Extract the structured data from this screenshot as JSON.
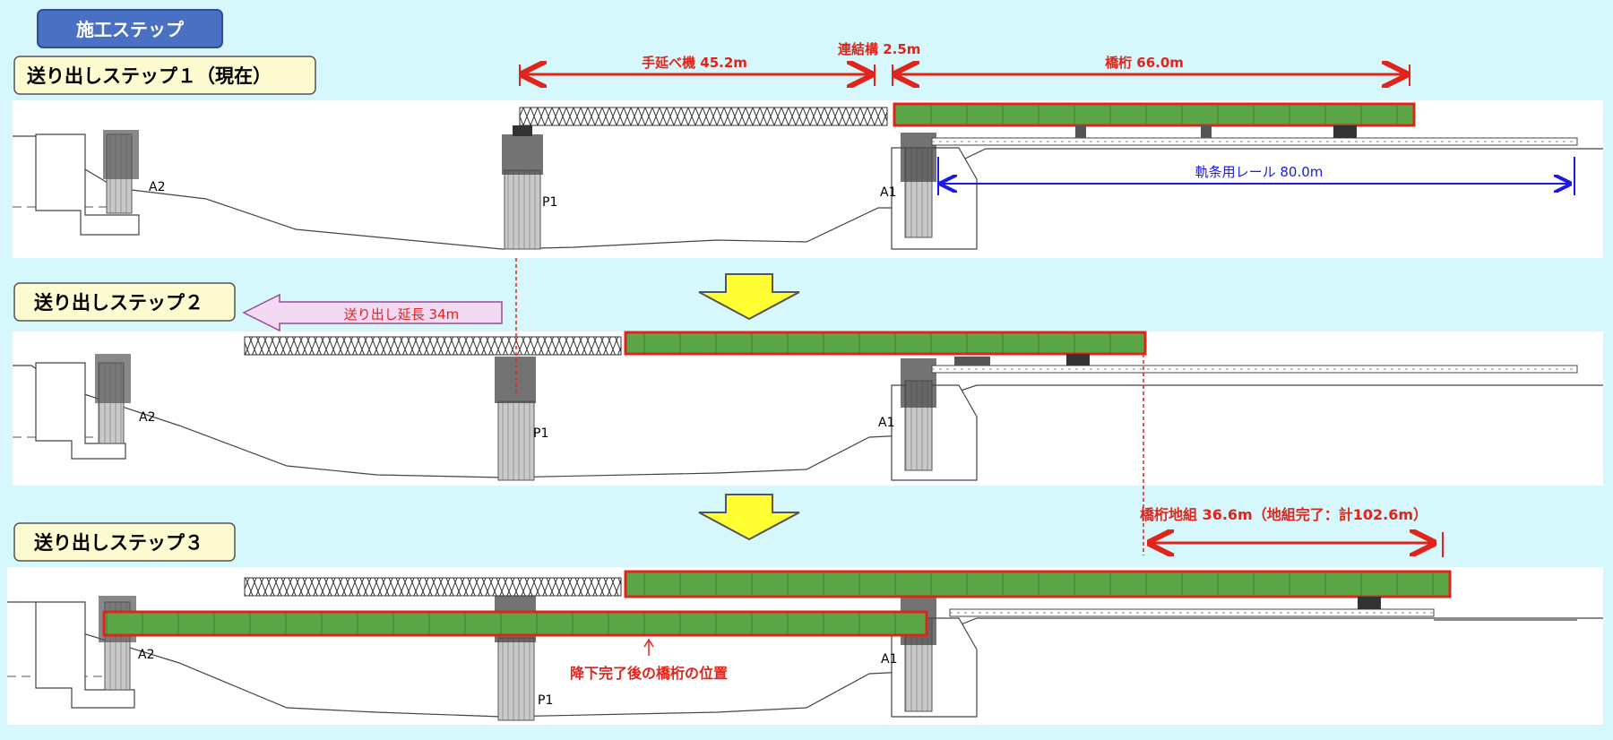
{
  "header": {
    "title": "施工ステップ"
  },
  "steps": [
    {
      "label": "送り出しステップ１（現在）"
    },
    {
      "label": "送り出しステップ２"
    },
    {
      "label": "送り出しステップ３"
    }
  ],
  "step1": {
    "launch_nose": "手延べ機 45.2m",
    "connector": "連結構 2.5m",
    "girder": "橋桁 66.0m",
    "rail": "軌条用レール 80.0m"
  },
  "step2": {
    "push_out": "送り出し延長 34m"
  },
  "step3": {
    "assembly": "橋桁地組 36.6m（地組完了：計102.6m）",
    "final_position": "降下完了後の橋桁の位置"
  },
  "supports": {
    "a2": "A2",
    "p1": "P1",
    "a1": "A1"
  },
  "colors": {
    "girder_fill": "#5aa646",
    "girder_outline": "#e0241b",
    "dimension_red": "#e0241b",
    "dimension_blue": "#1a1ae6",
    "step_arrow": "#ffff33",
    "header_bg": "#4a70c4"
  }
}
